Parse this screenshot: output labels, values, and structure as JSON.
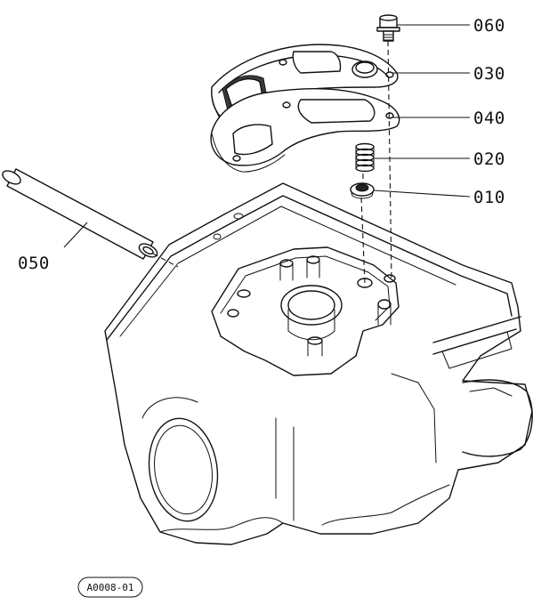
{
  "diagram": {
    "part_labels": [
      {
        "id": "060",
        "text": "060"
      },
      {
        "id": "030",
        "text": "030"
      },
      {
        "id": "040",
        "text": "040"
      },
      {
        "id": "020",
        "text": "020"
      },
      {
        "id": "010",
        "text": "010"
      },
      {
        "id": "050",
        "text": "050"
      }
    ],
    "reference_code": "A0008-01"
  }
}
